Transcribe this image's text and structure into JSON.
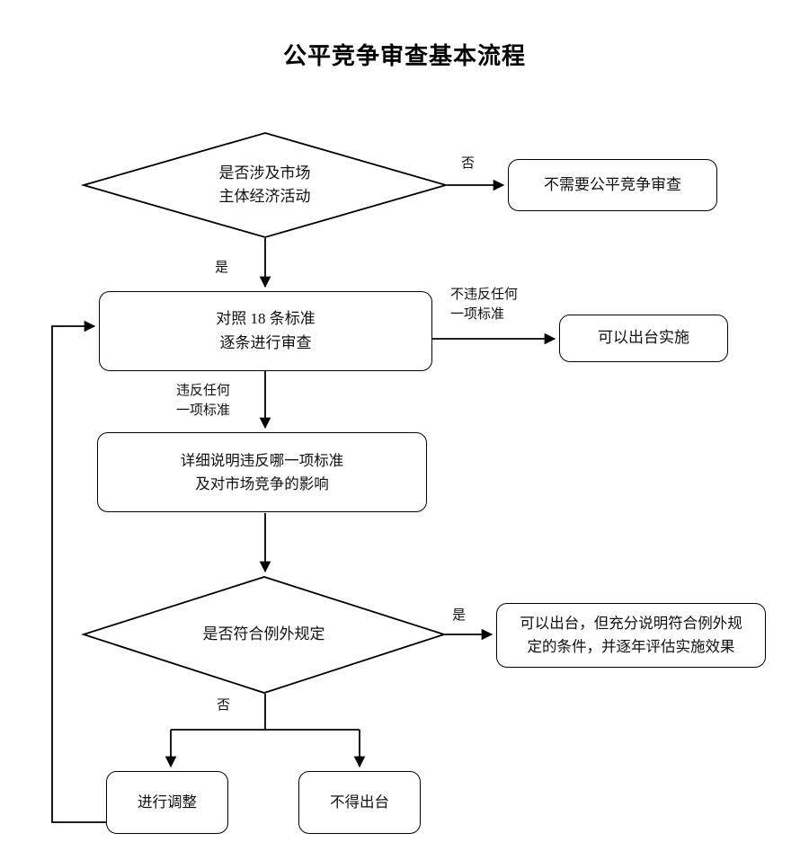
{
  "page": {
    "title": "公平竞争审查基本流程",
    "background_color": "#ffffff",
    "line_color": "#000000",
    "text_color": "#111111"
  },
  "nodes": {
    "decision_market": "是否涉及市场\n主体经济活动",
    "no_review_needed": "不需要公平竞争审查",
    "review_18_standards": "对照 18 条标准\n逐条进行审查",
    "may_implement": "可以出台实施",
    "explain_violation": "详细说明违反哪一项标准\n及对市场竞争的影响",
    "decision_exception": "是否符合例外规定",
    "may_issue_with_conditions": "可以出台，但充分说明符合例外规\n定的条件，并逐年评估实施效果",
    "make_adjustment": "进行调整",
    "must_not_issue": "不得出台"
  },
  "edge_labels": {
    "market_no": "否",
    "market_yes": "是",
    "no_violation": "不违反任何\n一项标准",
    "violation": "违反任何\n一项标准",
    "exception_yes": "是",
    "exception_no": "否"
  }
}
